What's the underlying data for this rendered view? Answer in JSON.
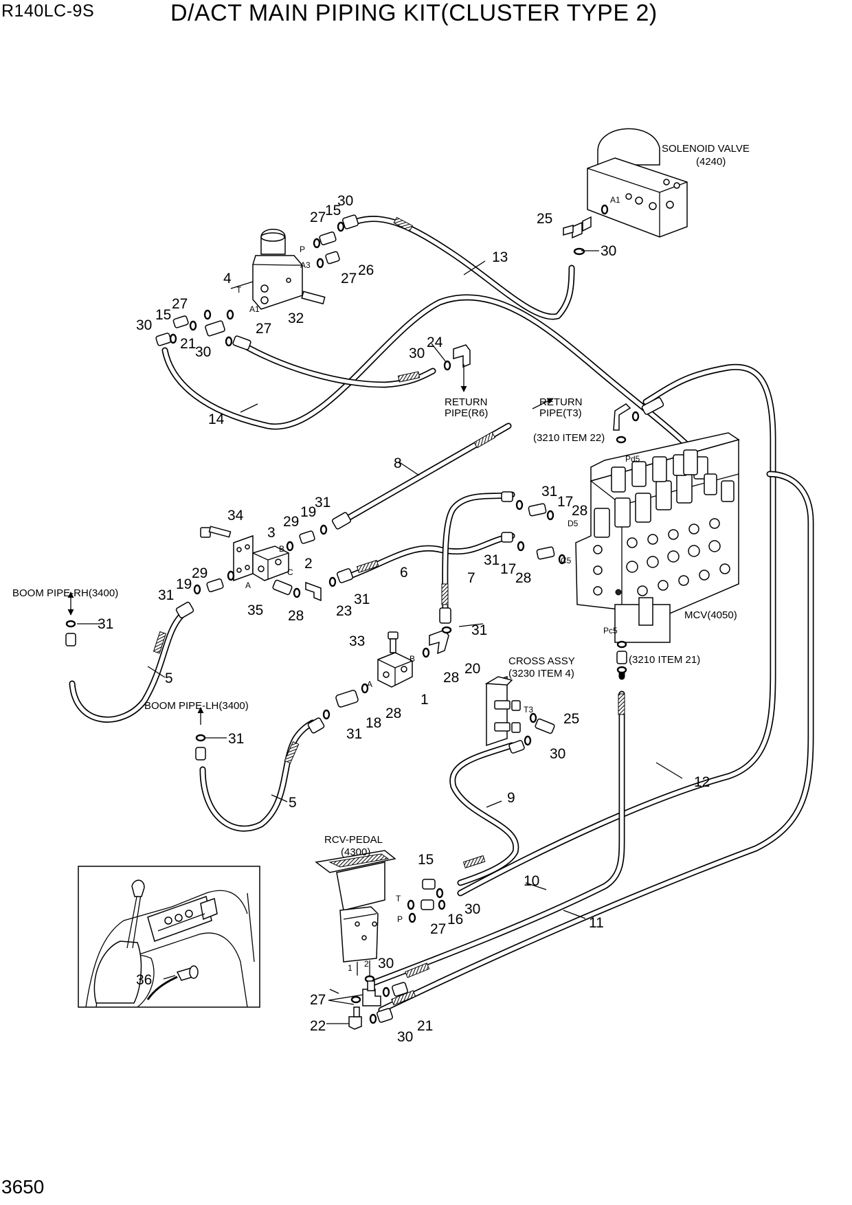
{
  "header": {
    "model": "R140LC-9S",
    "title": "D/ACT MAIN PIPING KIT(CLUSTER TYPE 2)"
  },
  "footer": {
    "page_number": "3650"
  },
  "notes": {
    "solenoid_valve": "SOLENOID VALVE",
    "solenoid_valve_ref": "(4240)",
    "return_pipe_r6_1": "RETURN",
    "return_pipe_r6_2": "PIPE(R6)",
    "return_pipe_t3_1": "RETURN",
    "return_pipe_t3_2": "PIPE(T3)",
    "item22_ref": "(3210 ITEM 22)",
    "item21_ref": "(3210 ITEM 21)",
    "mcv": "MCV(4050)",
    "boom_pipe_rh": "BOOM PIPE-RH(3400)",
    "boom_pipe_lh": "BOOM PIPE-LH(3400)",
    "cross_assy_1": "CROSS ASSY",
    "cross_assy_2": "(3230 ITEM 4)",
    "rcv_pedal_1": "RCV-PEDAL",
    "rcv_pedal_2": "(4300)"
  },
  "ports": {
    "p_valve4": "P",
    "a3_valve4": "A3",
    "t_valve4": "T",
    "a1_valve4": "A1",
    "a1_solenoid": "A1",
    "pd5": "Pd5",
    "d5": "D5",
    "c5": "C5",
    "pc5": "Pc5",
    "t3": "T3",
    "b_block2": "B",
    "c_block2": "C",
    "a_block2": "A",
    "b_block1": "B",
    "a_block1": "A",
    "t_pedal": "T",
    "p_pedal": "P",
    "p1_pedal": "1",
    "p2_pedal": "2"
  },
  "callouts": {
    "c27_top": "27",
    "c15_top": "15",
    "c30_top": "30",
    "c4": "4",
    "c26": "26",
    "c27_a3": "27",
    "c32": "32",
    "c27_left": "27",
    "c15_left": "15",
    "c30_left": "30",
    "c21_left": "21",
    "c30_left2": "30",
    "c27_a1": "27",
    "c13": "13",
    "c25_top": "25",
    "c30_sol": "30",
    "c30_24": "30",
    "c24": "24",
    "c14": "14",
    "c8": "8",
    "c34": "34",
    "c3": "3",
    "c29_top": "29",
    "c19_top": "19",
    "c31_top": "31",
    "c2": "2",
    "c29_left": "29",
    "c19_left": "19",
    "c31_left": "31",
    "c35": "35",
    "c28_35": "28",
    "c23": "23",
    "c31_23": "31",
    "c6": "6",
    "c31_d5": "31",
    "c17_d5": "17",
    "c28_d5": "28",
    "c31_c5": "31",
    "c17_c5": "17",
    "c28_c5": "28",
    "c7": "7",
    "c31_rh": "31",
    "c5_upper": "5",
    "c31_7": "31",
    "c33": "33",
    "c20": "20",
    "c28_20": "28",
    "c1": "1",
    "c28_18": "28",
    "c18": "18",
    "c31_18": "31",
    "c31_lh": "31",
    "c5_lower": "5",
    "c25_cross": "25",
    "c30_cross": "30",
    "c12": "12",
    "c9": "9",
    "c15_pedal": "15",
    "c10": "10",
    "c30_pedal": "30",
    "c16": "16",
    "c27_pedal": "27",
    "c11": "11",
    "c30_pedal2": "30",
    "c27_bottom": "27",
    "c22": "22",
    "c21_bottom": "21",
    "c30_bottom": "30",
    "c36": "36"
  }
}
